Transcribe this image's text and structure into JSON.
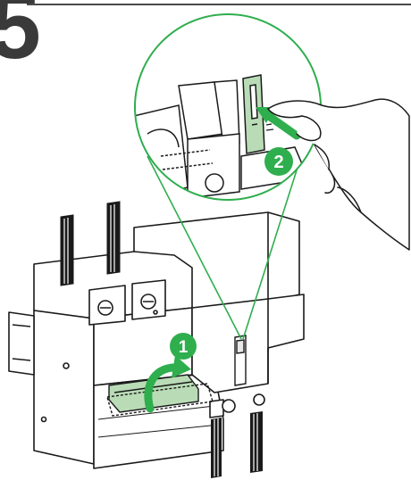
{
  "step": {
    "number": "5"
  },
  "callouts": [
    {
      "id": "1",
      "label": "1"
    },
    {
      "id": "2",
      "label": "2"
    }
  ],
  "colors": {
    "accent_green": "#2fae4e",
    "highlight_green": "#b9dcb6",
    "line": "#1a1a1a",
    "header_rule": "#4a4a4a",
    "step_number": "#3a3a3a"
  },
  "icons": {
    "rotate_arrow": "curved-arrow-icon",
    "push_arrow": "straight-arrow-icon",
    "hand": "hand-icon"
  }
}
